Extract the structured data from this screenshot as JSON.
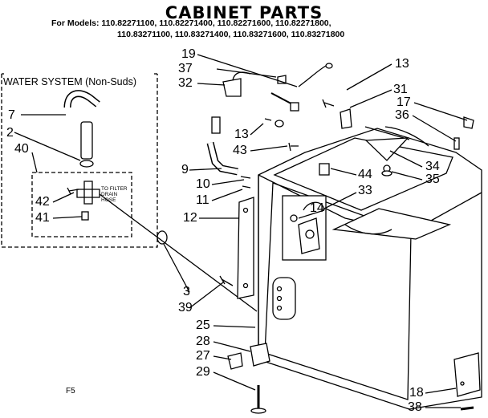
{
  "title": "CABINET PARTS",
  "models_line1": "For Models: 110.82271100, 110.82271400, 110.82271600, 110.82271800,",
  "models_line2": "110.83271100, 110.83271400, 110.83271600, 110.83271800",
  "inset_title": "WATER SYSTEM (Non-Suds)",
  "inset_note": "TO FILTER DRAIN HOSE",
  "footer_code": "F5",
  "callouts": {
    "c2": "2",
    "c3": "3",
    "c7": "7",
    "c9": "9",
    "c10": "10",
    "c11": "11",
    "c12": "12",
    "c13a": "13",
    "c13b": "13",
    "c14": "14",
    "c17": "17",
    "c18": "18",
    "c19": "19",
    "c25": "25",
    "c27": "27",
    "c28": "28",
    "c29": "29",
    "c31": "31",
    "c32": "32",
    "c33": "33",
    "c34": "34",
    "c35": "35",
    "c36": "36",
    "c37": "37",
    "c38": "38",
    "c39": "39",
    "c40": "40",
    "c41": "41",
    "c42": "42",
    "c43": "43",
    "c44": "44"
  }
}
